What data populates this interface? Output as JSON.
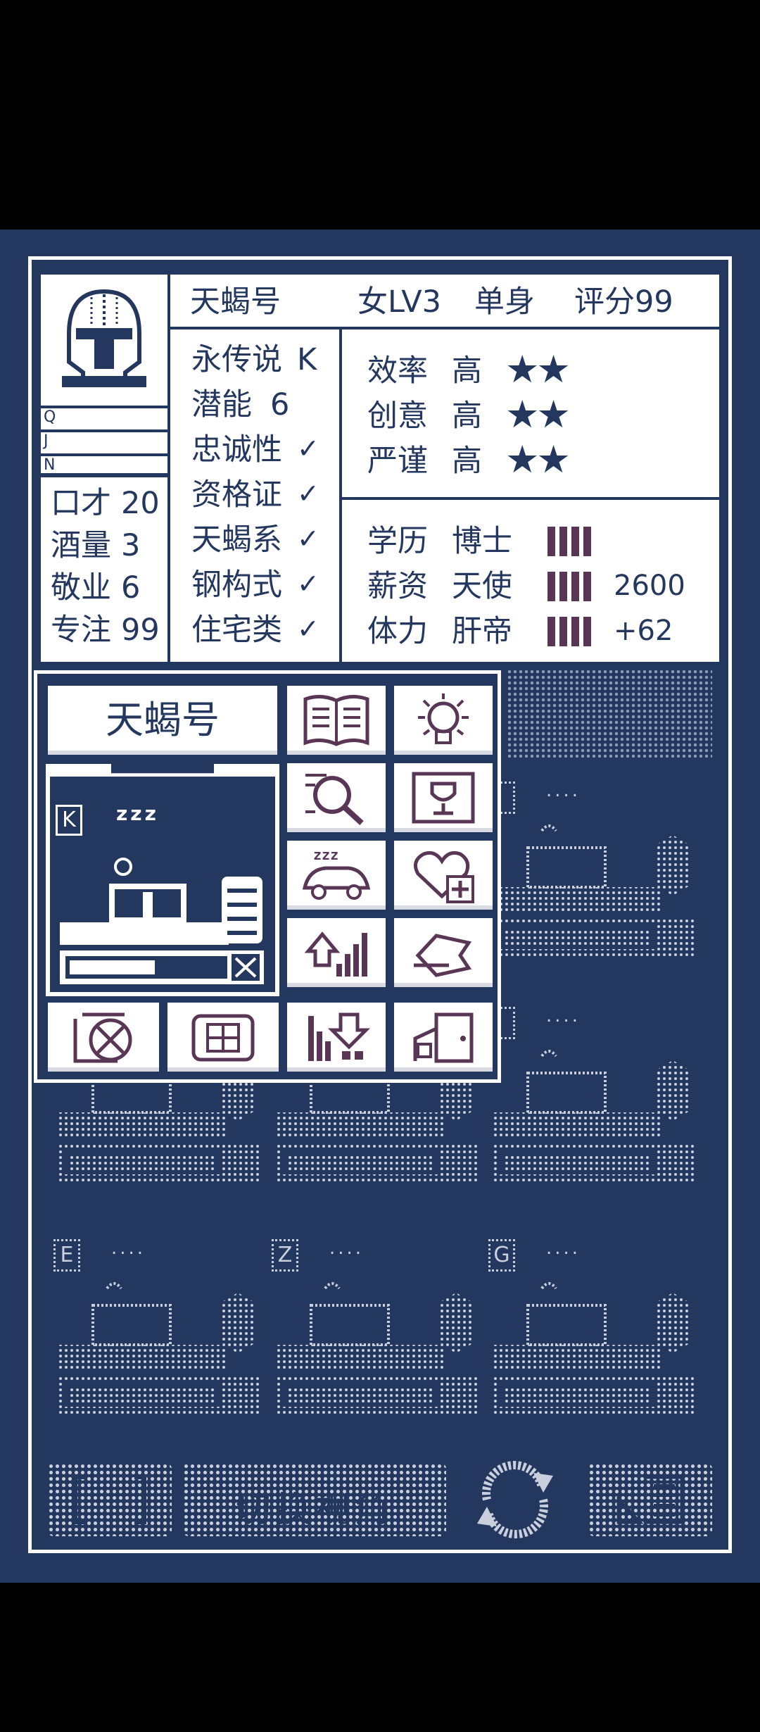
{
  "profile": {
    "name": "天蝎号",
    "gender_level": "女LV3",
    "status": "单身",
    "score_label": "评分",
    "score_value": "99",
    "side_letters": [
      "Q",
      "J",
      "N"
    ]
  },
  "stats_left": [
    {
      "label": "口才",
      "value": "20"
    },
    {
      "label": "酒量",
      "value": "3"
    },
    {
      "label": "敬业",
      "value": "6"
    },
    {
      "label": "专注",
      "value": "99"
    }
  ],
  "traits": [
    {
      "label": "永传说",
      "value": "K"
    },
    {
      "label": "潜能",
      "value": "6"
    },
    {
      "label": "忠诚性",
      "check": true
    },
    {
      "label": "资格证",
      "check": true
    },
    {
      "label": "天蝎系",
      "check": true
    },
    {
      "label": "钢构式",
      "check": true
    },
    {
      "label": "住宅类",
      "check": true
    }
  ],
  "abilities": [
    {
      "label": "效率",
      "level": "高",
      "stars": 2
    },
    {
      "label": "创意",
      "level": "高",
      "stars": 2
    },
    {
      "label": "严谨",
      "level": "高",
      "stars": 2
    }
  ],
  "attributes": [
    {
      "label": "学历",
      "value": "博士",
      "bars": 4,
      "extra": ""
    },
    {
      "label": "薪资",
      "value": "天使",
      "bars": 4,
      "extra": "2600"
    },
    {
      "label": "体力",
      "value": "肝帝",
      "bars": 4,
      "extra": "+62"
    }
  ],
  "popup": {
    "title": "天蝎号",
    "badge": "K",
    "sleep_text": "zzz",
    "progress": 0.55
  },
  "workstations": [
    {
      "badge": "",
      "tag": "...."
    },
    {
      "badge": "",
      "tag": "...."
    },
    {
      "badge": "",
      "tag": "...."
    },
    {
      "badge": "",
      "tag": "...."
    },
    {
      "badge": "",
      "tag": "...."
    },
    {
      "badge": "E",
      "tag": "...."
    },
    {
      "badge": "Z",
      "tag": "...."
    },
    {
      "badge": "G",
      "tag": "...."
    }
  ],
  "bottom_bar": {
    "switch_view_label": "切换视角"
  },
  "colors": {
    "navy": "#24375f",
    "purple": "#5a3656",
    "white": "#ffffff",
    "dot": "#c9cfdc"
  },
  "icons": [
    "book-icon",
    "bulb-icon",
    "magnifier-icon",
    "trophy-icon",
    "sleep-car-icon",
    "heart-plus-icon",
    "levelup-icon",
    "fish-icon",
    "cancel-layers-icon",
    "calendar-box-icon",
    "chart-down-icon",
    "door-icon",
    "refresh-icon",
    "ruler-icon",
    "frame-icon"
  ]
}
